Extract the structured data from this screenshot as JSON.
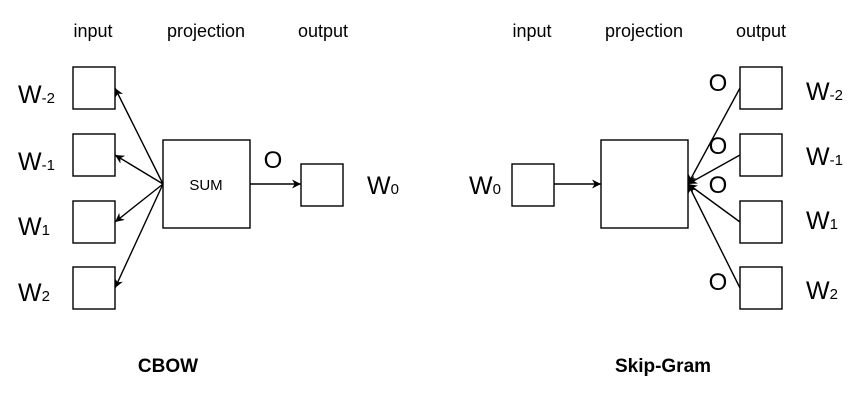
{
  "cbow": {
    "headers": {
      "input": "input",
      "projection": "projection",
      "output": "output"
    },
    "inputs": [
      {
        "base": "W",
        "sub": "-2"
      },
      {
        "base": "W",
        "sub": "-1"
      },
      {
        "base": "W",
        "sub": "1"
      },
      {
        "base": "W",
        "sub": "2"
      }
    ],
    "sum_label": "SUM",
    "output_marker": "O",
    "output": {
      "base": "W",
      "sub": "0"
    },
    "caption": "CBOW"
  },
  "skipgram": {
    "headers": {
      "input": "input",
      "projection": "projection",
      "output": "output"
    },
    "input": {
      "base": "W",
      "sub": "0"
    },
    "output_markers": [
      "O",
      "O",
      "O",
      "O"
    ],
    "outputs": [
      {
        "base": "W",
        "sub": "-2"
      },
      {
        "base": "W",
        "sub": "-1"
      },
      {
        "base": "W",
        "sub": "1"
      },
      {
        "base": "W",
        "sub": "2"
      }
    ],
    "caption": "Skip-Gram"
  }
}
